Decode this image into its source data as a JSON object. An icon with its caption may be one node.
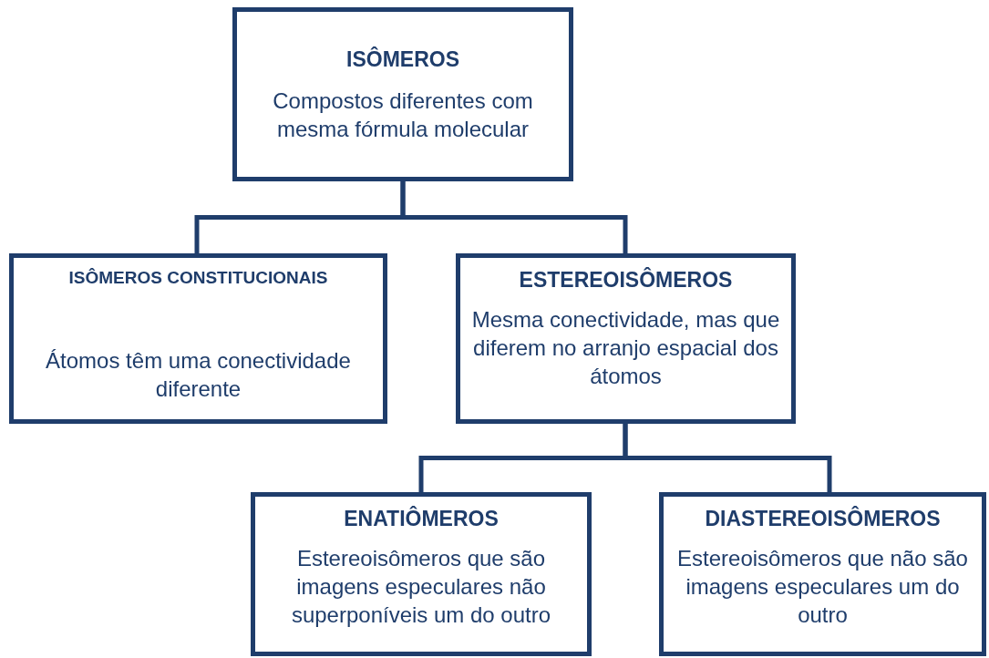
{
  "diagram": {
    "nodes": [
      {
        "text": [
          "ISÔMEROS",
          "Compostos diferentes com mesma fórmula molecular"
        ]
      },
      {
        "text": [
          "ISÔMEROS CONSTITUCIONAIS",
          "Átomos têm uma conectividade diferente"
        ]
      },
      {
        "text": [
          "ESTEREOISÔMEROS",
          "Mesma conectividade, mas que diferem no arranjo espacial dos átomos"
        ]
      },
      {
        "text": [
          "ENATIÔMEROS",
          "Estereoisômeros que são imagens especulares não superponíveis um do outro"
        ]
      },
      {
        "text": [
          "DIASTEREOISÔMEROS",
          "Estereoisômeros que não são imagens especulares um do outro"
        ]
      }
    ],
    "edges": [
      {
        "from": 0,
        "to": 1,
        "arrow": "none"
      },
      {
        "from": 0,
        "to": 2,
        "arrow": "none"
      },
      {
        "from": 2,
        "to": 3,
        "arrow": "none"
      },
      {
        "from": 2,
        "to": 4,
        "arrow": "none"
      }
    ]
  }
}
